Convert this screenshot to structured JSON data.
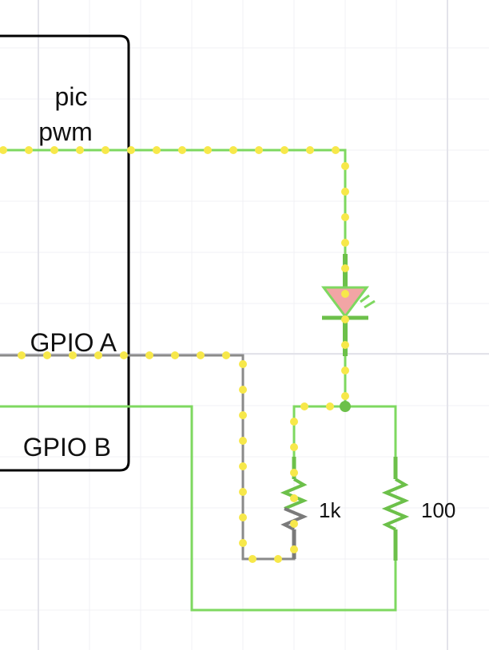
{
  "chip": {
    "name_line1": "pic",
    "name_line2": "pwm",
    "pin_a": "GPIO A",
    "pin_b": "GPIO B"
  },
  "components": {
    "resistor_left": {
      "value": "1k"
    },
    "resistor_right": {
      "value": "100"
    },
    "led": {
      "icon": "led-icon"
    }
  },
  "colors": {
    "background": "#ffffff",
    "grid_minor": "#f0f0f4",
    "grid_major": "#e3e3ea",
    "wire_active": "#7ed860",
    "wire_dark": "#6cc04a",
    "wire_inactive": "#8a8a8a",
    "current_dot": "#f7e84a",
    "led_fill": "#f2a5a5",
    "chip_outline": "#000000"
  }
}
